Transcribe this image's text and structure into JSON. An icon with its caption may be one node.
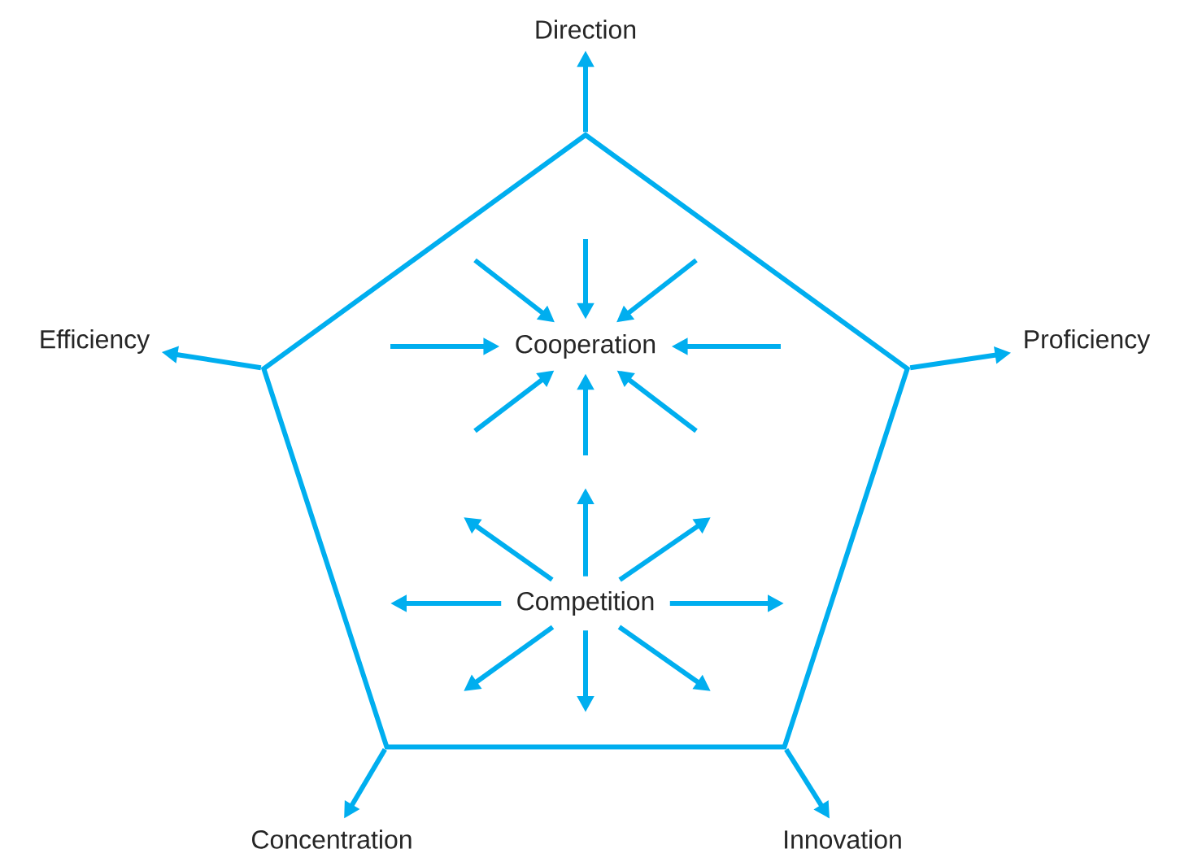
{
  "diagram": {
    "nodes": [
      {
        "text": [
          "Direction"
        ]
      },
      {
        "text": [],
        "shape": "pentagon"
      },
      {
        "text": [
          "Efficiency"
        ]
      },
      {
        "text": [
          "Cooperation"
        ],
        "in": 1
      },
      {
        "text": [
          "Proficiency"
        ]
      },
      {
        "text": [
          "Competition"
        ],
        "in": 1
      },
      {
        "text": [
          "Concentration"
        ]
      },
      {
        "text": [
          "Innovation"
        ]
      }
    ],
    "edges": [
      {
        "from": 1,
        "to": 0,
        "arrow": "to"
      },
      {
        "from": 1,
        "to": 2,
        "arrow": "to"
      },
      {
        "from": 1,
        "to": 4,
        "arrow": "to"
      },
      {
        "from": 1,
        "to": 6,
        "arrow": "to"
      },
      {
        "from": 1,
        "to": 7,
        "arrow": "to"
      },
      {
        "from": null,
        "to": 3,
        "arrow": "to"
      },
      {
        "from": null,
        "to": 3,
        "arrow": "to"
      },
      {
        "from": null,
        "to": 3,
        "arrow": "to"
      },
      {
        "from": null,
        "to": 3,
        "arrow": "to"
      },
      {
        "from": null,
        "to": 3,
        "arrow": "to"
      },
      {
        "from": null,
        "to": 3,
        "arrow": "to"
      },
      {
        "from": null,
        "to": 3,
        "arrow": "to"
      },
      {
        "from": null,
        "to": 3,
        "arrow": "to"
      },
      {
        "from": 5,
        "to": null,
        "arrow": "to"
      },
      {
        "from": 5,
        "to": null,
        "arrow": "to"
      },
      {
        "from": 5,
        "to": null,
        "arrow": "to"
      },
      {
        "from": 5,
        "to": null,
        "arrow": "to"
      },
      {
        "from": 5,
        "to": null,
        "arrow": "to"
      },
      {
        "from": 5,
        "to": null,
        "arrow": "to"
      },
      {
        "from": 5,
        "to": null,
        "arrow": "to"
      },
      {
        "from": 5,
        "to": null,
        "arrow": "to"
      }
    ]
  }
}
